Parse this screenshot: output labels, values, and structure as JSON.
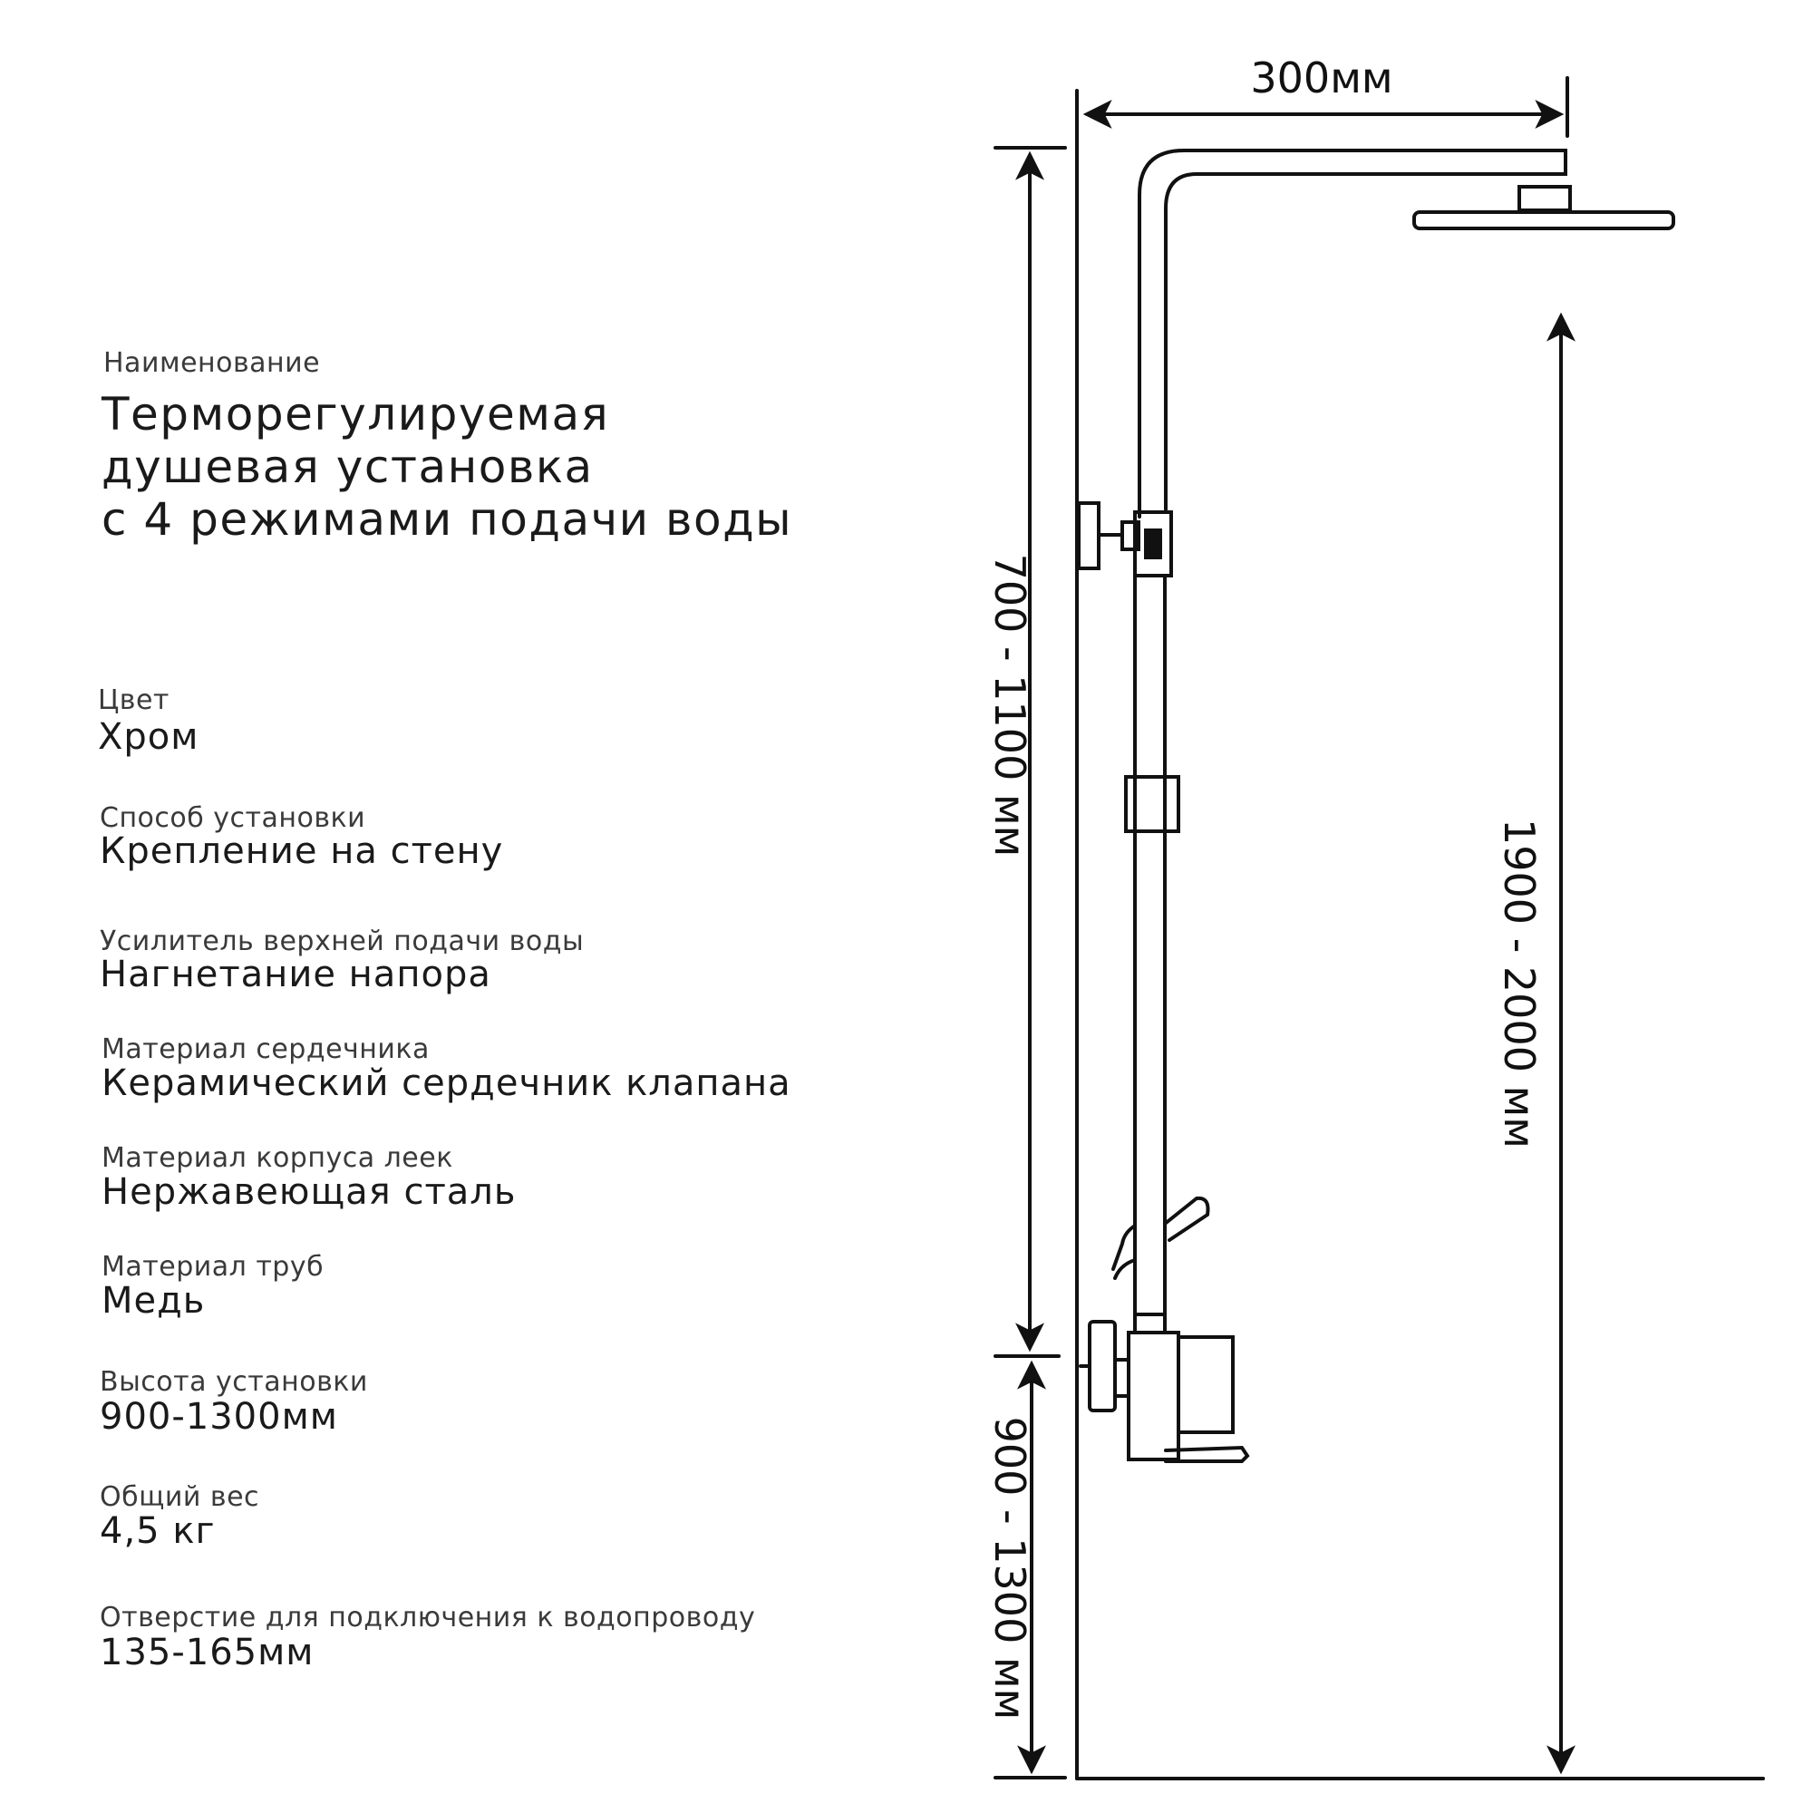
{
  "product": {
    "name_label": "Наименование",
    "name_lines": [
      "Терморегулируемая",
      "душевая установка",
      "с 4 режимами подачи воды"
    ]
  },
  "specs": [
    {
      "label": "Цвет",
      "value": "Хром"
    },
    {
      "label": "Способ установки",
      "value": "Крепление на стену"
    },
    {
      "label": "Усилитель верхней подачи воды",
      "value": "Нагнетание напора"
    },
    {
      "label": "Материал сердечника",
      "value": "Керамический сердечник клапана"
    },
    {
      "label": "Материал корпуса леек",
      "value": "Нержавеющая сталь"
    },
    {
      "label": "Материал труб",
      "value": "Медь"
    },
    {
      "label": "Высота установки",
      "value": "900-1300мм"
    },
    {
      "label": "Общий вес",
      "value": "4,5 кг"
    },
    {
      "label": "Отверстие для подключения к водопроводу",
      "value": "135-165мм"
    }
  ],
  "dimensions": {
    "width": "300мм",
    "upper_height": "700 - 1100 мм",
    "lower_height": "900 - 1300 мм",
    "total_height": "1900 - 2000 мм"
  }
}
